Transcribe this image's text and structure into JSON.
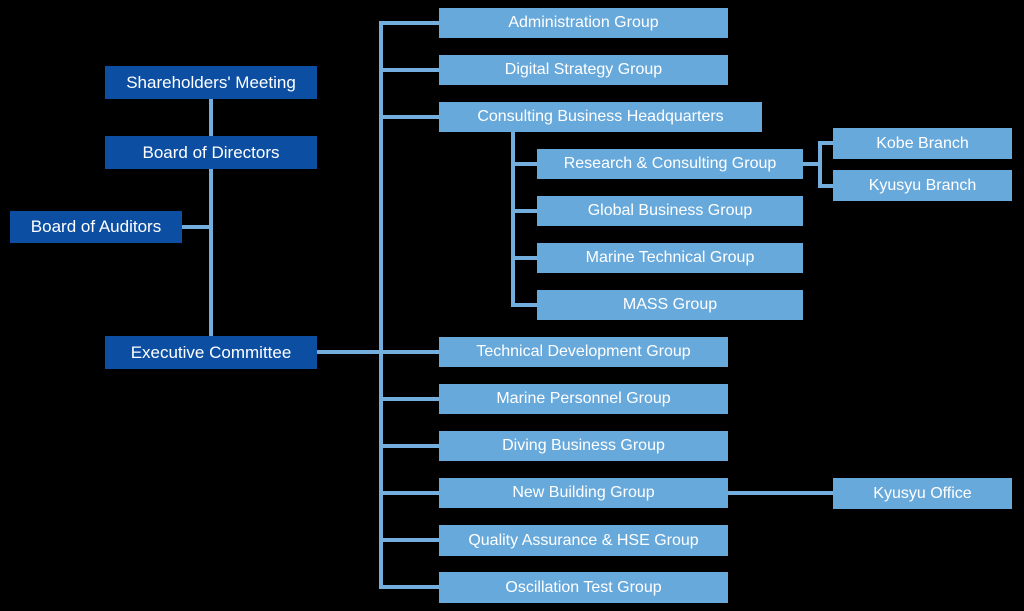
{
  "colors": {
    "background": "#000000",
    "primary_node_fill": "#0B4EA2",
    "secondary_node_fill": "#68A9DC",
    "connector_line": "#74AEDE",
    "node_text": "#FFFFFF"
  },
  "org_chart": {
    "governance": {
      "shareholders_meeting": "Shareholders' Meeting",
      "board_of_directors": "Board of Directors",
      "board_of_auditors": "Board of Auditors",
      "executive_committee": "Executive Committee"
    },
    "groups": {
      "administration": "Administration Group",
      "digital_strategy": "Digital Strategy Group",
      "consulting_hq": "Consulting Business Headquarters",
      "research_consulting": "Research & Consulting Group",
      "kobe_branch": "Kobe Branch",
      "kyusyu_branch": "Kyusyu Branch",
      "global_business": "Global Business Group",
      "marine_technical": "Marine Technical Group",
      "mass": "MASS Group",
      "technical_development": "Technical Development Group",
      "marine_personnel": "Marine Personnel Group",
      "diving_business": "Diving Business Group",
      "new_building": "New Building Group",
      "kyusyu_office": "Kyusyu Office",
      "quality_assurance_hse": "Quality Assurance & HSE Group",
      "oscillation_test": "Oscillation Test Group"
    },
    "hierarchy": [
      {
        "parent": "Shareholders' Meeting",
        "child": "Board of Directors"
      },
      {
        "parent": "Board of Directors",
        "child": "Executive Committee"
      },
      {
        "parent": "Board of Directors",
        "child": "Board of Auditors"
      },
      {
        "parent": "Executive Committee",
        "child": "Administration Group"
      },
      {
        "parent": "Executive Committee",
        "child": "Digital Strategy Group"
      },
      {
        "parent": "Executive Committee",
        "child": "Consulting Business Headquarters"
      },
      {
        "parent": "Consulting Business Headquarters",
        "child": "Research & Consulting Group"
      },
      {
        "parent": "Research & Consulting Group",
        "child": "Kobe Branch"
      },
      {
        "parent": "Research & Consulting Group",
        "child": "Kyusyu Branch"
      },
      {
        "parent": "Consulting Business Headquarters",
        "child": "Global Business Group"
      },
      {
        "parent": "Consulting Business Headquarters",
        "child": "Marine Technical Group"
      },
      {
        "parent": "Consulting Business Headquarters",
        "child": "MASS Group"
      },
      {
        "parent": "Executive Committee",
        "child": "Technical Development Group"
      },
      {
        "parent": "Executive Committee",
        "child": "Marine Personnel Group"
      },
      {
        "parent": "Executive Committee",
        "child": "Diving Business Group"
      },
      {
        "parent": "Executive Committee",
        "child": "New Building Group"
      },
      {
        "parent": "New Building Group",
        "child": "Kyusyu Office"
      },
      {
        "parent": "Executive Committee",
        "child": "Quality Assurance & HSE Group"
      },
      {
        "parent": "Executive Committee",
        "child": "Oscillation Test Group"
      }
    ]
  }
}
